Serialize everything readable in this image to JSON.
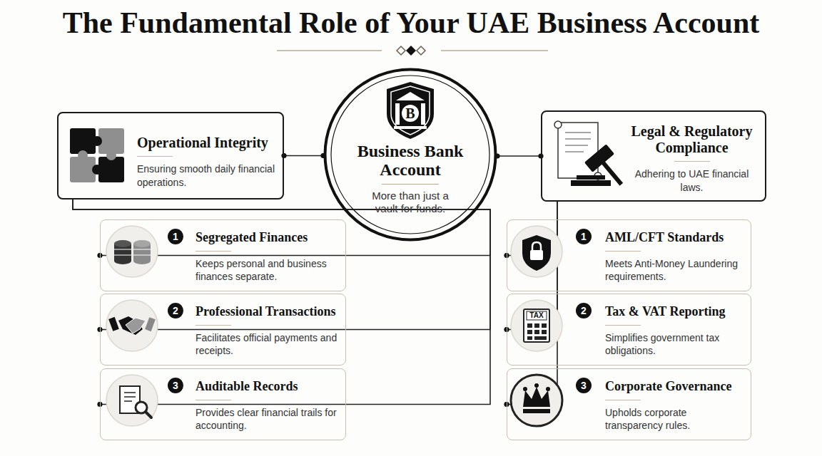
{
  "diagram": {
    "title": "The Fundamental Role of Your UAE Business Account",
    "nodes": [
      {
        "text": [
          "Business Bank Account",
          "More than just a vault for funds."
        ]
      },
      {
        "text": [
          "Operational Integrity",
          "Ensuring smooth daily financial operations."
        ]
      },
      {
        "text": [
          "Segregated Finances",
          "Keeps personal and business finances separate."
        ]
      },
      {
        "text": [
          "Professional Transactions",
          "Facilitates official payments and receipts."
        ]
      },
      {
        "text": [
          "Auditable Records",
          "Provides clear financial trails for accounting."
        ]
      },
      {
        "text": [
          "Legal & Regulatory Compliance",
          "Adhering to UAE financial laws."
        ]
      },
      {
        "text": [
          "AML/CFT Standards",
          "Meets Anti-Money Laundering requirements."
        ]
      },
      {
        "text": [
          "Tax & VAT Reporting",
          "Simplifies government tax obligations."
        ]
      },
      {
        "text": [
          "Corporate Governance",
          "Upholds corporate transparency rules."
        ]
      }
    ],
    "edges": [
      {
        "from": 0,
        "to": 1,
        "arrow": "none"
      },
      {
        "from": 0,
        "to": 5,
        "arrow": "none"
      },
      {
        "from": 1,
        "to": 2,
        "arrow": "none"
      },
      {
        "from": 1,
        "to": 3,
        "arrow": "none"
      },
      {
        "from": 1,
        "to": 4,
        "arrow": "none"
      },
      {
        "from": 5,
        "to": 6,
        "arrow": "none"
      },
      {
        "from": 5,
        "to": 7,
        "arrow": "none"
      },
      {
        "from": 5,
        "to": 8,
        "arrow": "none"
      }
    ],
    "labels": [
      "B",
      "TAX",
      "1",
      "2",
      "3",
      "1",
      "2",
      "3"
    ]
  }
}
